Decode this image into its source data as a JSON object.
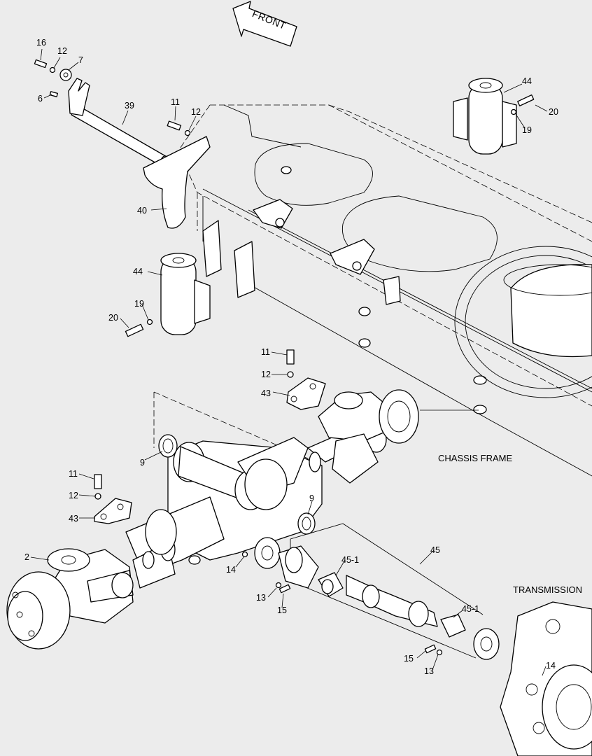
{
  "front_label": "FRONT",
  "section_labels": {
    "chassis_frame": "CHASSIS FRAME",
    "transmission": "TRANSMISSION"
  },
  "callouts": [
    {
      "id": "c16",
      "text": "16"
    },
    {
      "id": "c12a",
      "text": "12"
    },
    {
      "id": "c7",
      "text": "7"
    },
    {
      "id": "c6",
      "text": "6"
    },
    {
      "id": "c39",
      "text": "39"
    },
    {
      "id": "c11a",
      "text": "11"
    },
    {
      "id": "c12b",
      "text": "12"
    },
    {
      "id": "c40",
      "text": "40"
    },
    {
      "id": "c44a",
      "text": "44"
    },
    {
      "id": "c20a",
      "text": "20"
    },
    {
      "id": "c19a",
      "text": "19"
    },
    {
      "id": "c44b",
      "text": "44"
    },
    {
      "id": "c19b",
      "text": "19"
    },
    {
      "id": "c20b",
      "text": "20"
    },
    {
      "id": "c11b",
      "text": "11"
    },
    {
      "id": "c12c",
      "text": "12"
    },
    {
      "id": "c43a",
      "text": "43"
    },
    {
      "id": "c9a",
      "text": "9"
    },
    {
      "id": "c11c",
      "text": "11"
    },
    {
      "id": "c12d",
      "text": "12"
    },
    {
      "id": "c43b",
      "text": "43"
    },
    {
      "id": "c9b",
      "text": "9"
    },
    {
      "id": "c2",
      "text": "2"
    },
    {
      "id": "c14a",
      "text": "14"
    },
    {
      "id": "c45",
      "text": "45"
    },
    {
      "id": "c451a",
      "text": "45-1"
    },
    {
      "id": "c13a",
      "text": "13"
    },
    {
      "id": "c15a",
      "text": "15"
    },
    {
      "id": "c451b",
      "text": "45-1"
    },
    {
      "id": "c15b",
      "text": "15"
    },
    {
      "id": "c13b",
      "text": "13"
    },
    {
      "id": "c14b",
      "text": "14"
    }
  ]
}
